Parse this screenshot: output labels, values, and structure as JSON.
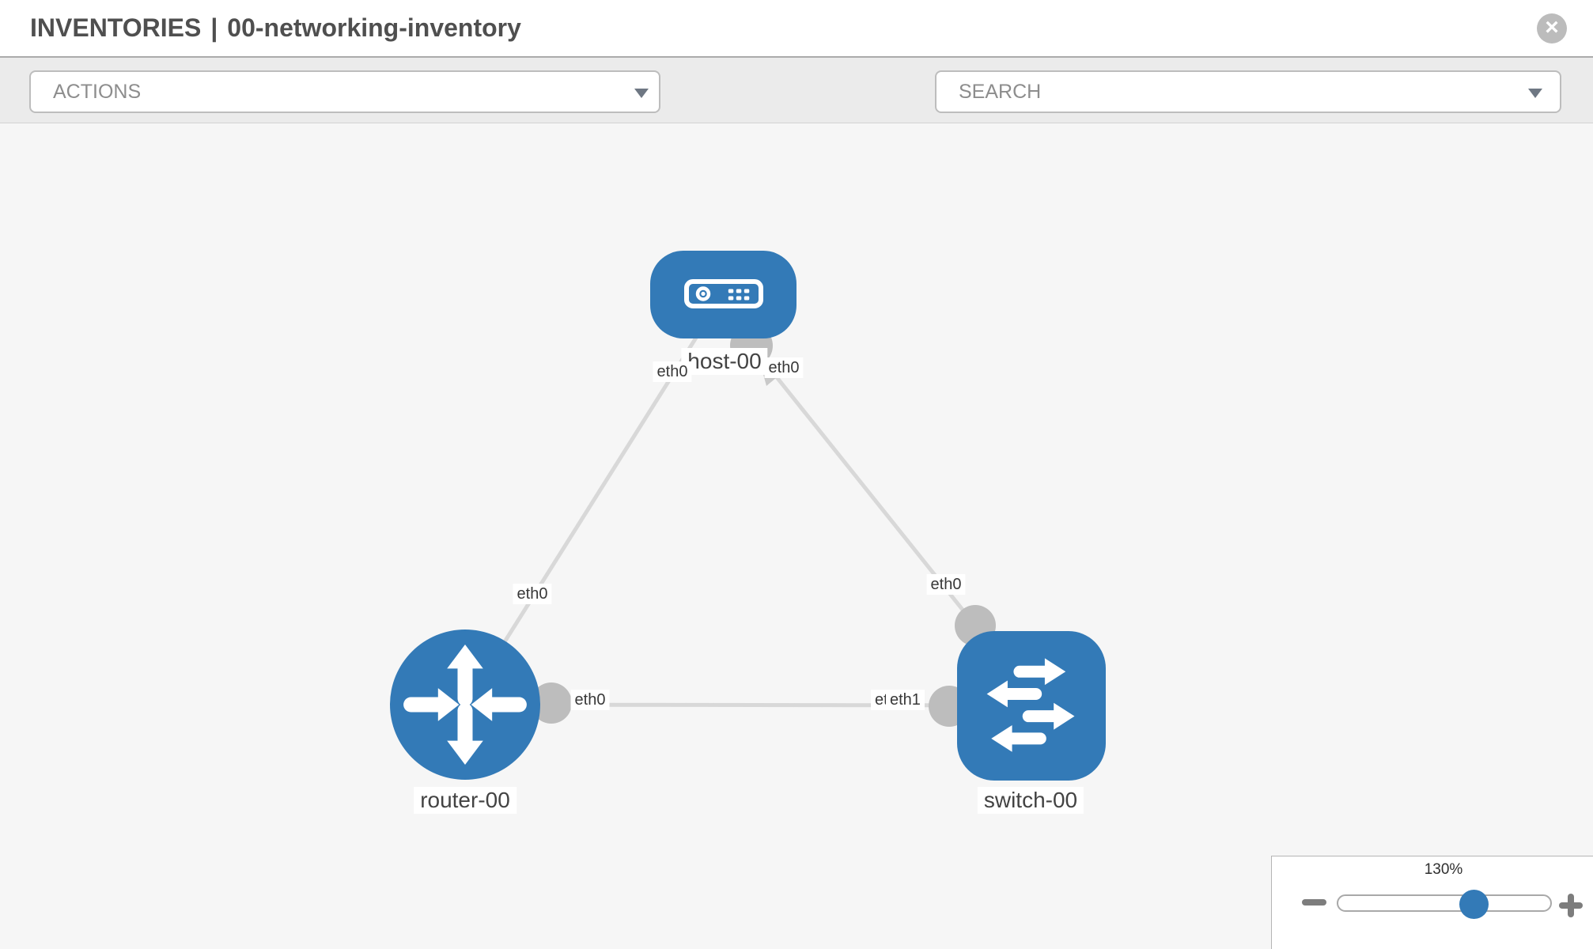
{
  "header": {
    "section": "INVENTORIES",
    "separator": "|",
    "inventory_name": "00-networking-inventory",
    "close_glyph": "×"
  },
  "toolbar": {
    "actions_label": "ACTIONS",
    "search_label": "SEARCH",
    "icons": [
      "wrench-icon",
      "key-icon"
    ]
  },
  "topology": {
    "nodes": [
      {
        "label": "host-00",
        "type": "host"
      },
      {
        "label": "router-00",
        "type": "router"
      },
      {
        "label": "switch-00",
        "type": "switch"
      }
    ],
    "edges": [
      {
        "from": "host-00",
        "to": "router-00",
        "from_label": "eth0",
        "to_label": "eth0"
      },
      {
        "from": "host-00",
        "to": "switch-00",
        "from_label": "eth0",
        "to_label": "eth0"
      },
      {
        "from": "router-00",
        "to": "switch-00",
        "from_label": "eth0",
        "to_label": "eth1",
        "to_label_overlapped": "eth0"
      }
    ]
  },
  "zoom_control": {
    "level": "130%"
  },
  "colors": {
    "node_blue": "#337ab7",
    "edge_gray": "#d8d8d8",
    "connector_gray": "#bdbdbd",
    "toolbar_bg": "#ebebeb",
    "canvas_bg": "#f6f6f6"
  }
}
